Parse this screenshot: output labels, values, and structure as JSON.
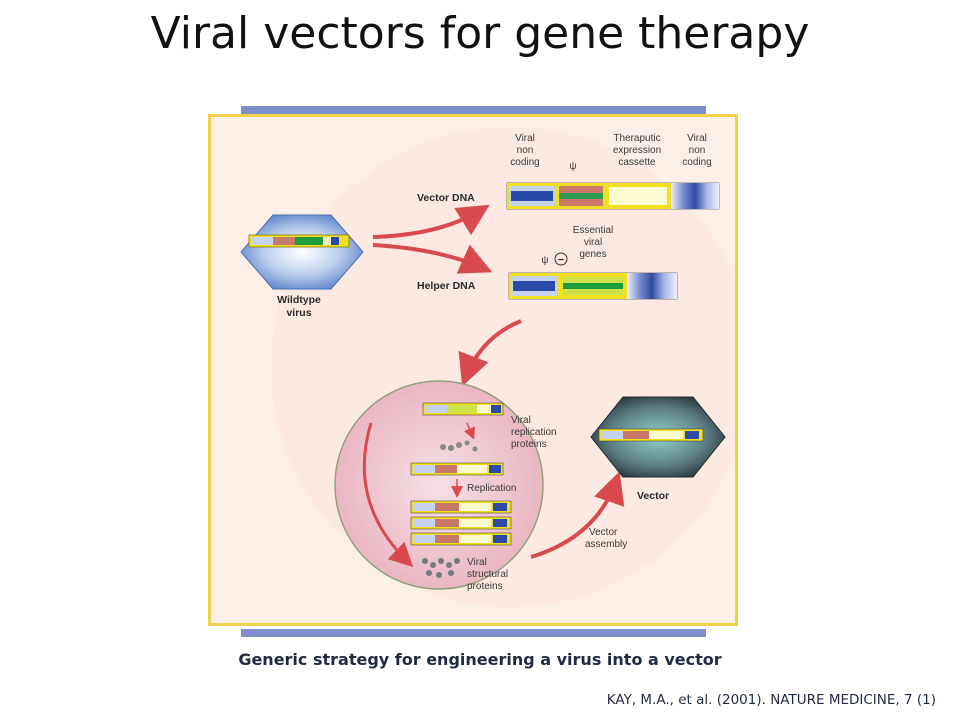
{
  "slide": {
    "title": "Viral vectors for gene therapy",
    "caption": "Generic strategy for engineering a virus into a vector",
    "citation": "KAY, M.A., et al. (2001). NATURE MEDICINE, 7 (1)"
  },
  "diagram": {
    "header_viral_non_coding_left": [
      "Viral",
      "non",
      "coding"
    ],
    "header_psi": "ψ",
    "header_therapeutic": [
      "Theraputic",
      "expression",
      "cassette"
    ],
    "header_viral_non_coding_right": [
      "Viral",
      "non",
      "coding"
    ],
    "vector_dna_label": "Vector DNA",
    "helper_dna_label": "Helper DNA",
    "essential_viral_genes": [
      "Essential",
      "viral",
      "genes"
    ],
    "helper_psi": "ψ",
    "helper_minus": "−",
    "wildtype_label": [
      "Wildtype",
      "virus"
    ],
    "replication_proteins_label": [
      "Viral",
      "replication",
      "proteins"
    ],
    "replication_label": "Replication",
    "structural_proteins_label": [
      "Viral",
      "structural",
      "proteins"
    ],
    "vector_assembly_label": [
      "Vector",
      "assembly"
    ],
    "vector_label": "Vector"
  },
  "colors": {
    "panel_border": "#f3d24a",
    "panel_background": "#fcefe8",
    "bar_accent": "#7f8fce",
    "arrow": "#d94a4f",
    "cell": "#f2c6cf",
    "yellow_box": "#f0e021",
    "green_gene": "#1f9c3c",
    "blue_segment": "#2a4aa8",
    "caption_text": "#1f2a44"
  }
}
